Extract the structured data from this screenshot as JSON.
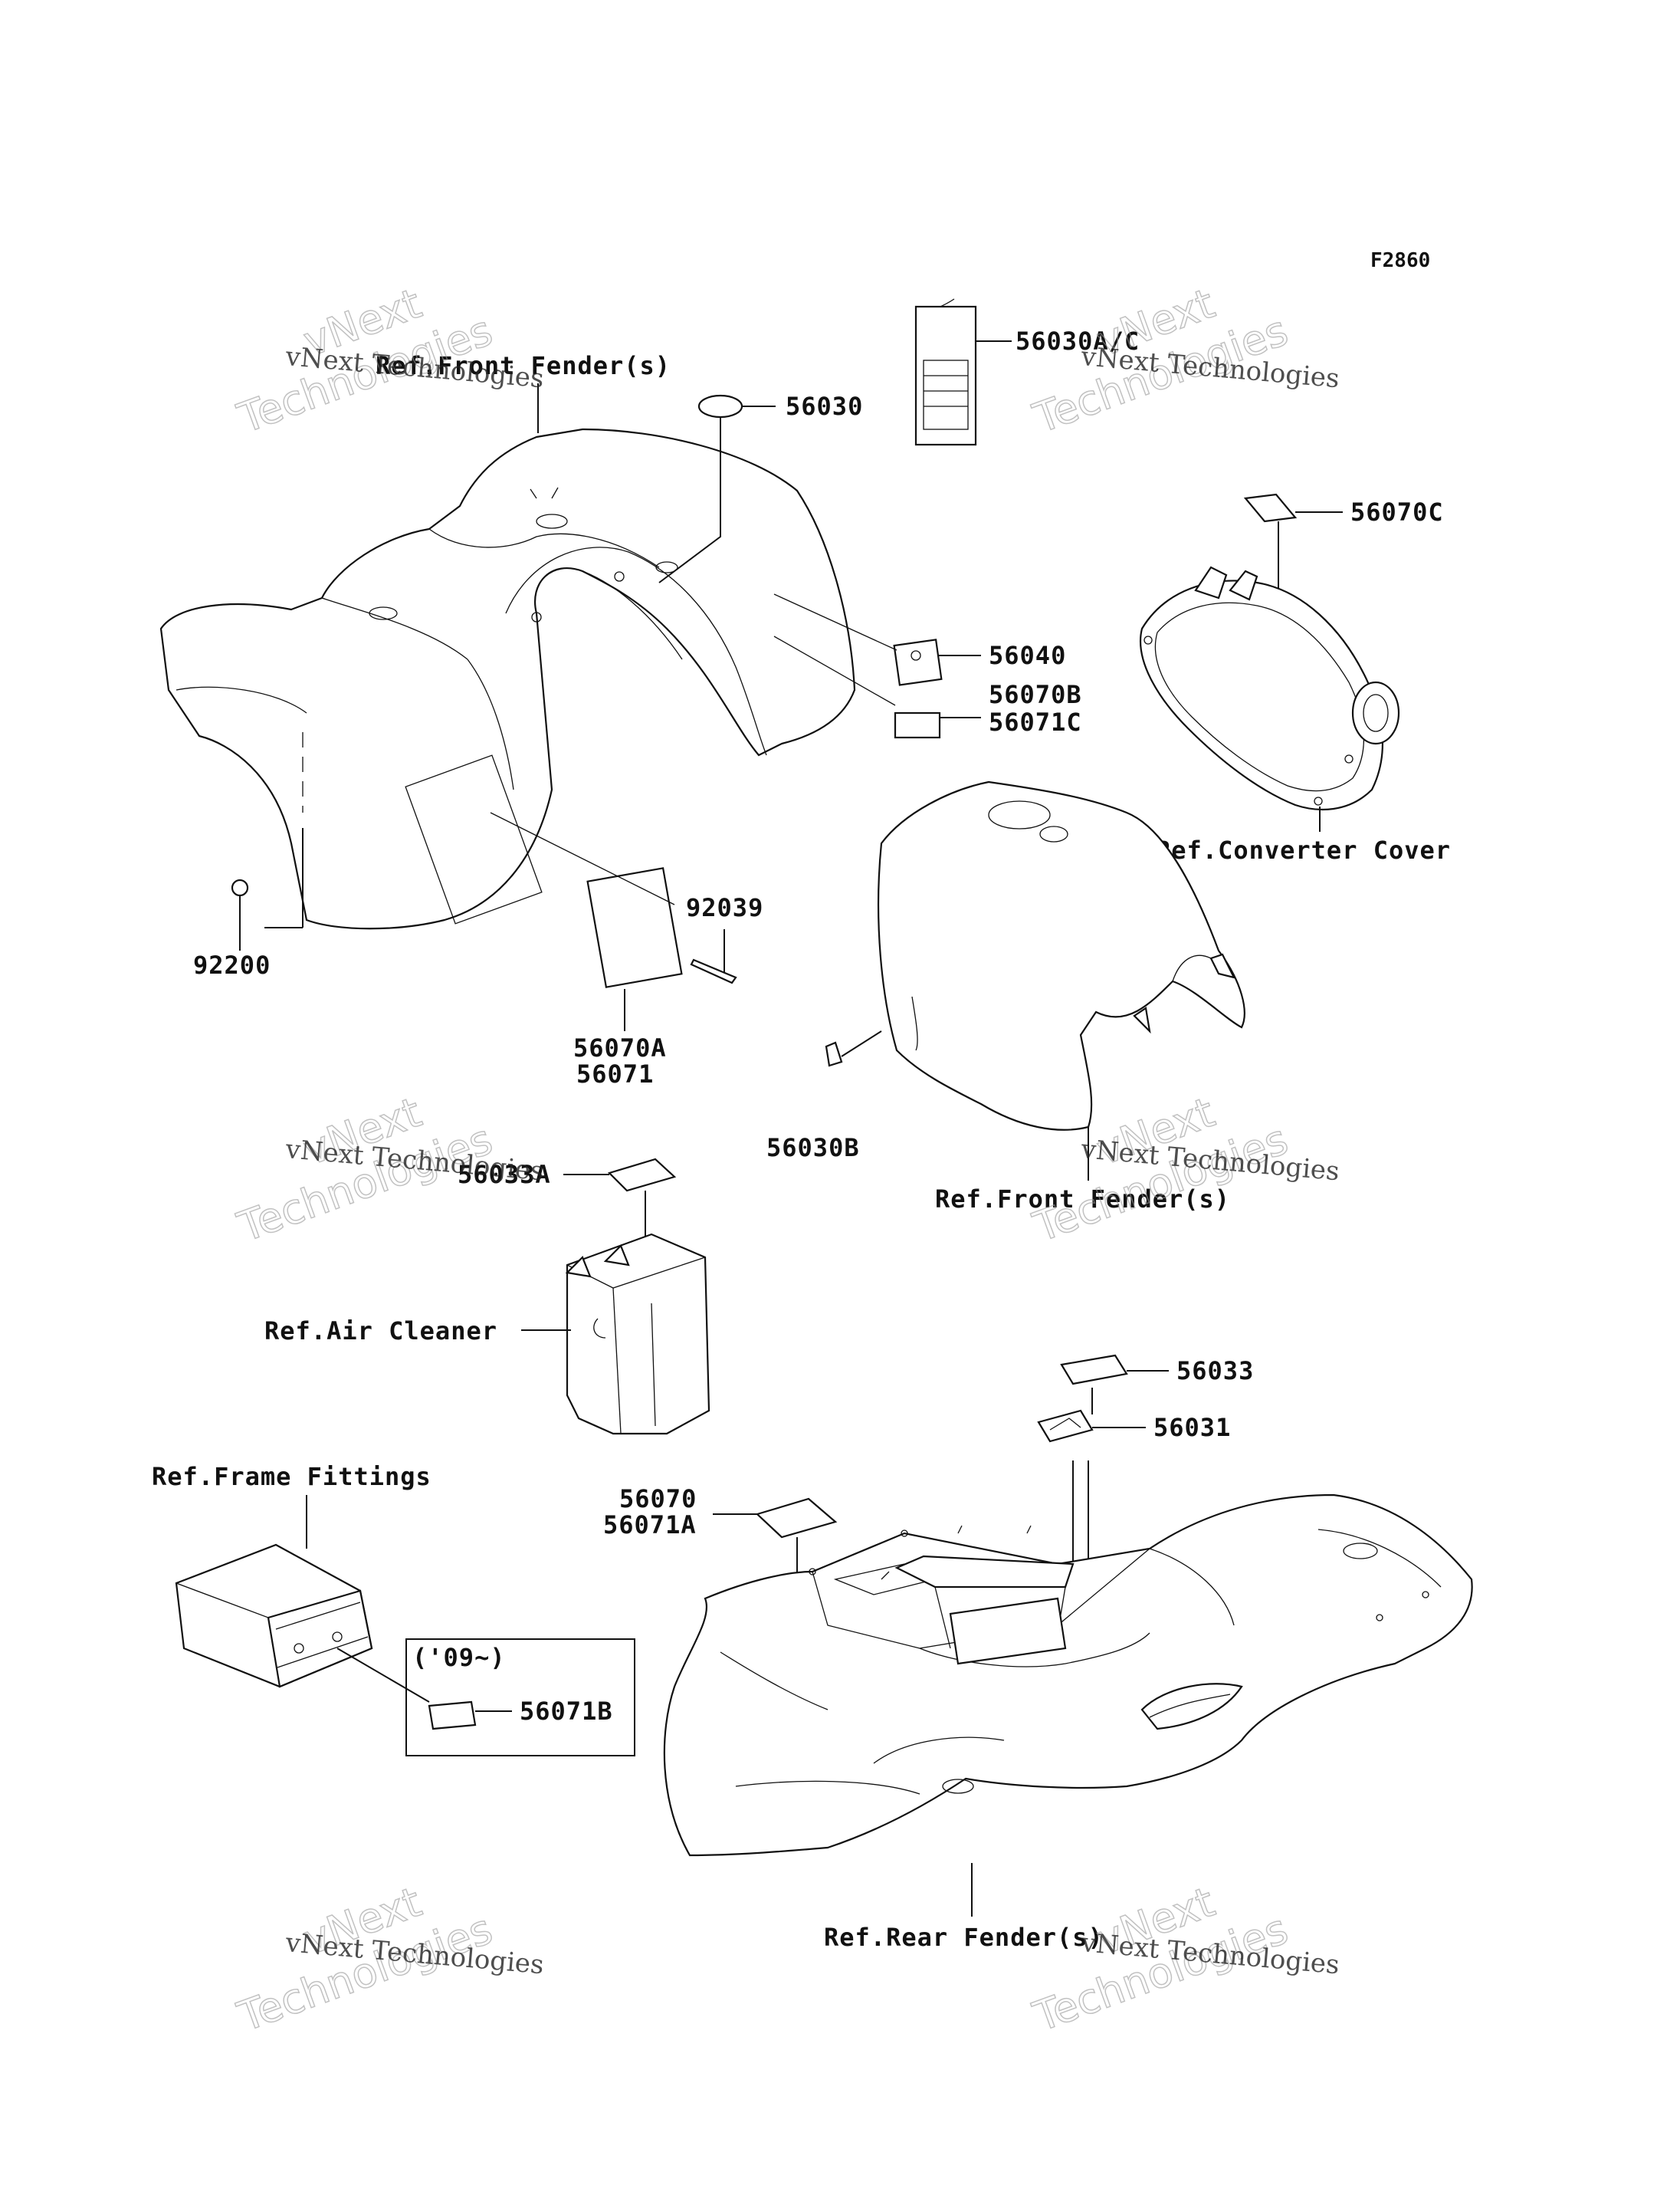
{
  "figure_id": "F2860",
  "part_numbers": {
    "p56030": "56030",
    "p56030AC": "56030A/C",
    "p56070C": "56070C",
    "p56040": "56040",
    "p56070B": "56070B",
    "p56071C": "56071C",
    "p92039": "92039",
    "p92200": "92200",
    "p56070A": "56070A",
    "p56071": "56071",
    "p56030B": "56030B",
    "p56033A": "56033A",
    "p56033": "56033",
    "p56031": "56031",
    "p56070": "56070",
    "p56071A": "56071A",
    "p56071B": "56071B"
  },
  "references": {
    "front_fender_top": "Ref.Front Fender(s)",
    "converter_cover": "Ref.Converter Cover",
    "front_fender_mid": "Ref.Front Fender(s)",
    "air_cleaner": "Ref.Air Cleaner",
    "frame_fittings": "Ref.Frame Fittings",
    "rear_fender": "Ref.Rear Fender(s)"
  },
  "notes": {
    "year_range": "('09~)"
  },
  "watermark": {
    "line1": "vNext Technologies",
    "line2a": "vNext",
    "line2b": "Technologies"
  }
}
